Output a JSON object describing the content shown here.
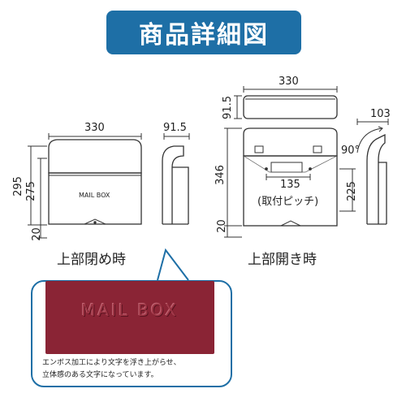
{
  "header": {
    "title": "商品詳細図"
  },
  "closed": {
    "caption": "上部閉め時",
    "width": "330",
    "depth": "91.5",
    "height_total": "295",
    "height_body": "275",
    "bottom_gap": "20",
    "nameplate": "MAIL BOX"
  },
  "opened": {
    "caption": "上部開き時",
    "lid_width": "330",
    "lid_depth": "91.5",
    "height": "346",
    "inner_height": "225",
    "bottom_gap": "20",
    "pitch_value": "135",
    "pitch_label": "(取付ピッチ)",
    "side_depth": "103",
    "angle": "90°"
  },
  "callout": {
    "embossed_text": "MAIL BOX",
    "description_line1": "エンボス加工により文字を浮き上がらせ、",
    "description_line2": "立体感のある文字になっています。"
  },
  "colors": {
    "banner": "#1e6fa6",
    "plate": "#8a2435",
    "line": "#333333"
  }
}
